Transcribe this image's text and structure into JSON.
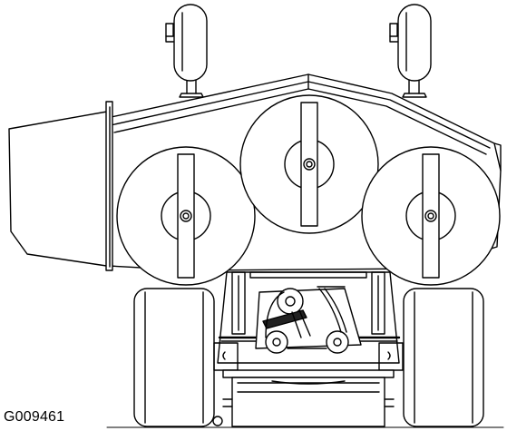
{
  "figure": {
    "id_label": "G009461",
    "subject": "mower-deck-underside",
    "line_color": "#000000",
    "background_color": "#ffffff",
    "blade_count": 3,
    "caster_wheel_count": 2,
    "drive_wheel_count": 2
  }
}
